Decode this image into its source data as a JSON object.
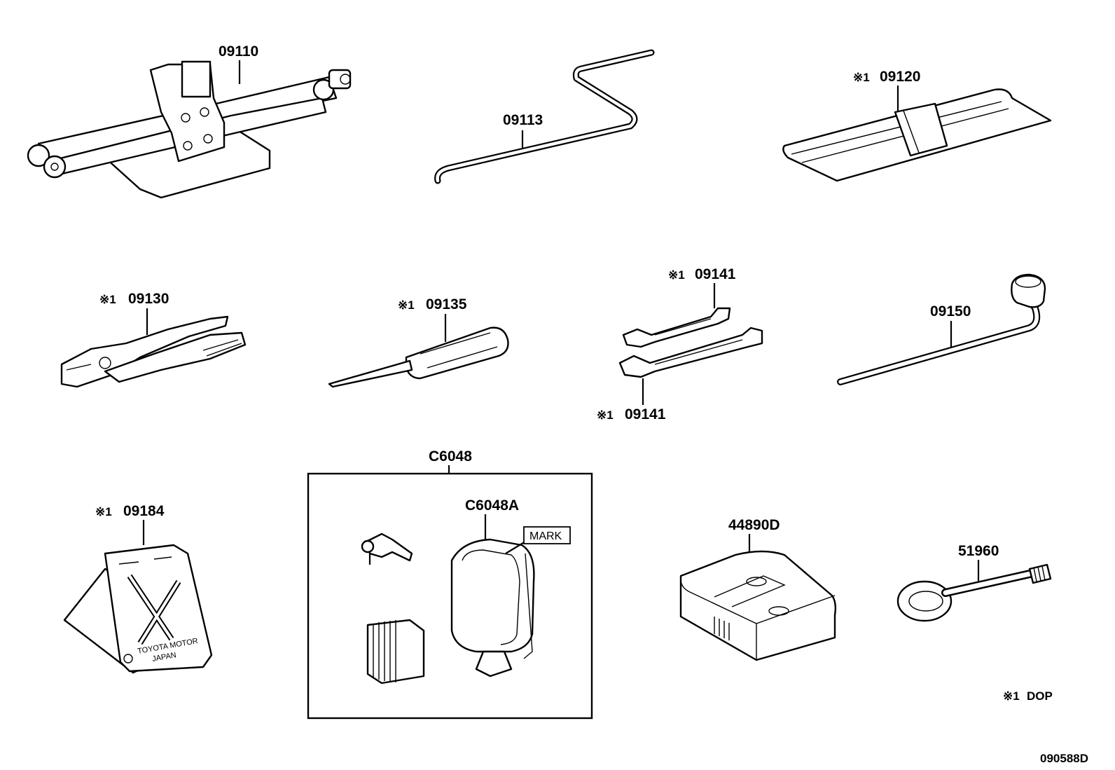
{
  "parts": {
    "p09110": {
      "number": "09110"
    },
    "p09113": {
      "number": "09113"
    },
    "p09120": {
      "mark": "※1",
      "number": "09120"
    },
    "p09130": {
      "mark": "※1",
      "number": "09130"
    },
    "p09135": {
      "mark": "※1",
      "number": "09135"
    },
    "p09141a": {
      "mark": "※1",
      "number": "09141"
    },
    "p09141b": {
      "mark": "※1",
      "number": "09141"
    },
    "p09150": {
      "number": "09150"
    },
    "p09184": {
      "mark": "※1",
      "number": "09184",
      "plate_text_1": "TOYOTA MOTOR",
      "plate_text_2": "JAPAN"
    },
    "pC6048": {
      "number": "C6048"
    },
    "pC6048A": {
      "number": "C6048A",
      "callout": "MARK"
    },
    "p44890D": {
      "number": "44890D"
    },
    "p51960": {
      "number": "51960"
    }
  },
  "legend": {
    "mark": "※1",
    "text": "DOP"
  },
  "diagram_id": "090588D"
}
